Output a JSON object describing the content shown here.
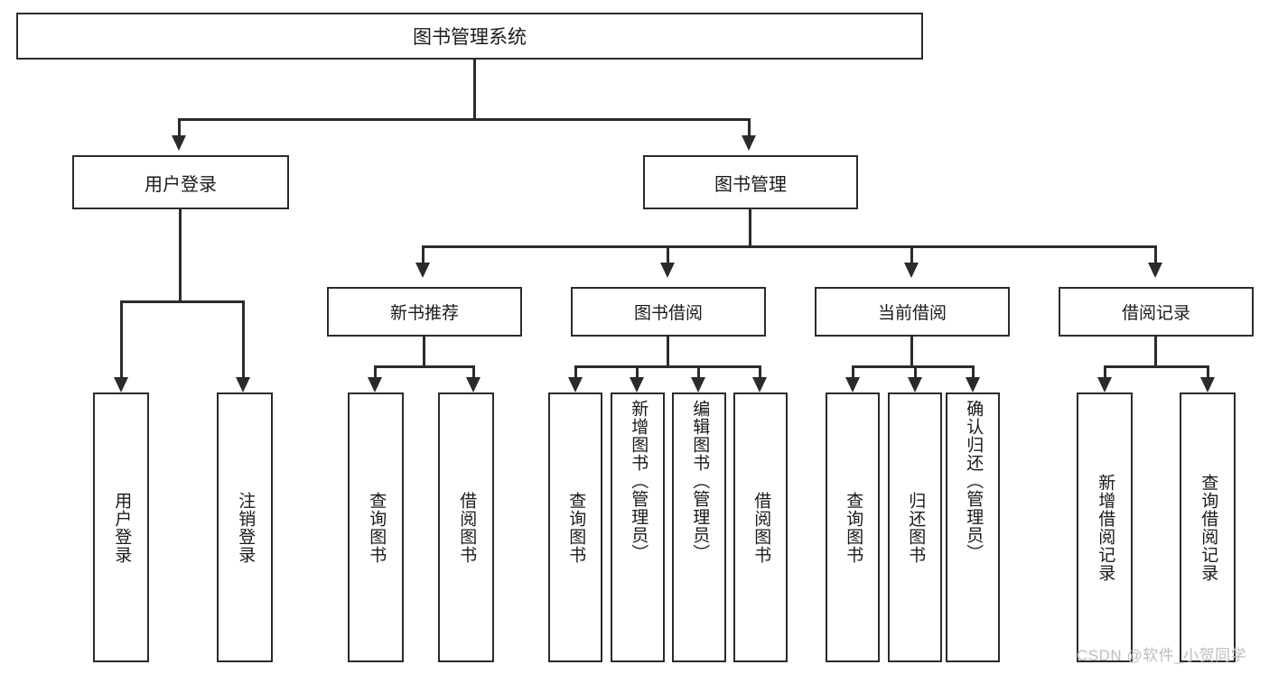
{
  "diagram": {
    "title": "图书管理系统",
    "type": "hierarchy-tree",
    "root": {
      "label": "图书管理系统"
    },
    "level1": [
      {
        "label": "用户登录"
      },
      {
        "label": "图书管理"
      }
    ],
    "level2": [
      {
        "label": "新书推荐"
      },
      {
        "label": "图书借阅"
      },
      {
        "label": "当前借阅"
      },
      {
        "label": "借阅记录"
      }
    ],
    "leaves": {
      "user_login": [
        {
          "label": "用户登录"
        },
        {
          "label": "注销登录"
        }
      ],
      "new_book_recommend": [
        {
          "label": "查询图书"
        },
        {
          "label": "借阅图书"
        }
      ],
      "book_borrow": [
        {
          "label": "查询图书"
        },
        {
          "label": "新增图书（管理员）"
        },
        {
          "label": "编辑图书（管理员）"
        },
        {
          "label": "借阅图书"
        }
      ],
      "current_borrow": [
        {
          "label": "查询图书"
        },
        {
          "label": "归还图书"
        },
        {
          "label": "确认归还（管理员）"
        }
      ],
      "borrow_record": [
        {
          "label": "新增借阅记录"
        },
        {
          "label": "查询借阅记录"
        }
      ]
    }
  },
  "watermark": {
    "text": "CSDN @软件_小贺同学"
  },
  "colors": {
    "stroke": "#2b2b2b",
    "background": "#ffffff",
    "text": "#1a1a1a",
    "watermark": "#bdbdbd"
  }
}
